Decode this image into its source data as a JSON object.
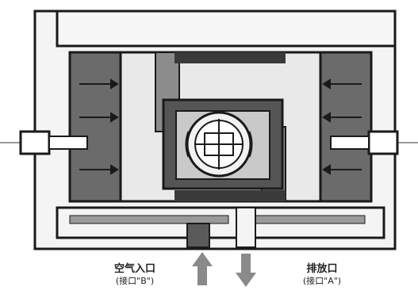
{
  "labels": {
    "inlet": {
      "title": "空气入口",
      "port": "(接口\"B\")"
    },
    "exhaust": {
      "title": "排放口",
      "port": "(接口\"A\")"
    }
  },
  "colors": {
    "outline": "#1a1a1a",
    "dark_fill": "#6b6b6b",
    "mid_fill": "#8c8c8c",
    "light_fill": "#e9e9e9",
    "arrow": "#8a8a8a"
  }
}
